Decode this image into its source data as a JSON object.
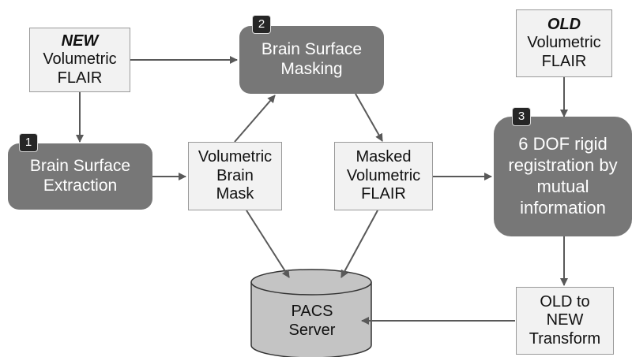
{
  "nodes": {
    "new_flair": {
      "line1": "NEW",
      "line2": "Volumetric",
      "line3": "FLAIR"
    },
    "old_flair": {
      "line1": "OLD",
      "line2": "Volumetric",
      "line3": "FLAIR"
    },
    "extraction": {
      "badge": "1",
      "line1": "Brain Surface",
      "line2": "Extraction"
    },
    "masking": {
      "badge": "2",
      "line1": "Brain Surface",
      "line2": "Masking"
    },
    "registration": {
      "badge": "3",
      "line1": "6 DOF rigid",
      "line2": "registration by",
      "line3": "mutual",
      "line4": "information"
    },
    "brain_mask": {
      "line1": "Volumetric",
      "line2": "Brain",
      "line3": "Mask"
    },
    "masked_flair": {
      "line1": "Masked",
      "line2": "Volumetric",
      "line3": "FLAIR"
    },
    "transform": {
      "line1": "OLD to",
      "line2": "NEW",
      "line3": "Transform"
    },
    "pacs": {
      "line1": "PACS",
      "line2": "Server"
    }
  },
  "colors": {
    "process_fill": "#777777",
    "data_fill": "#f2f2f2",
    "database_fill": "#c4c4c4",
    "arrow": "#595959",
    "badge_fill": "#262626"
  }
}
